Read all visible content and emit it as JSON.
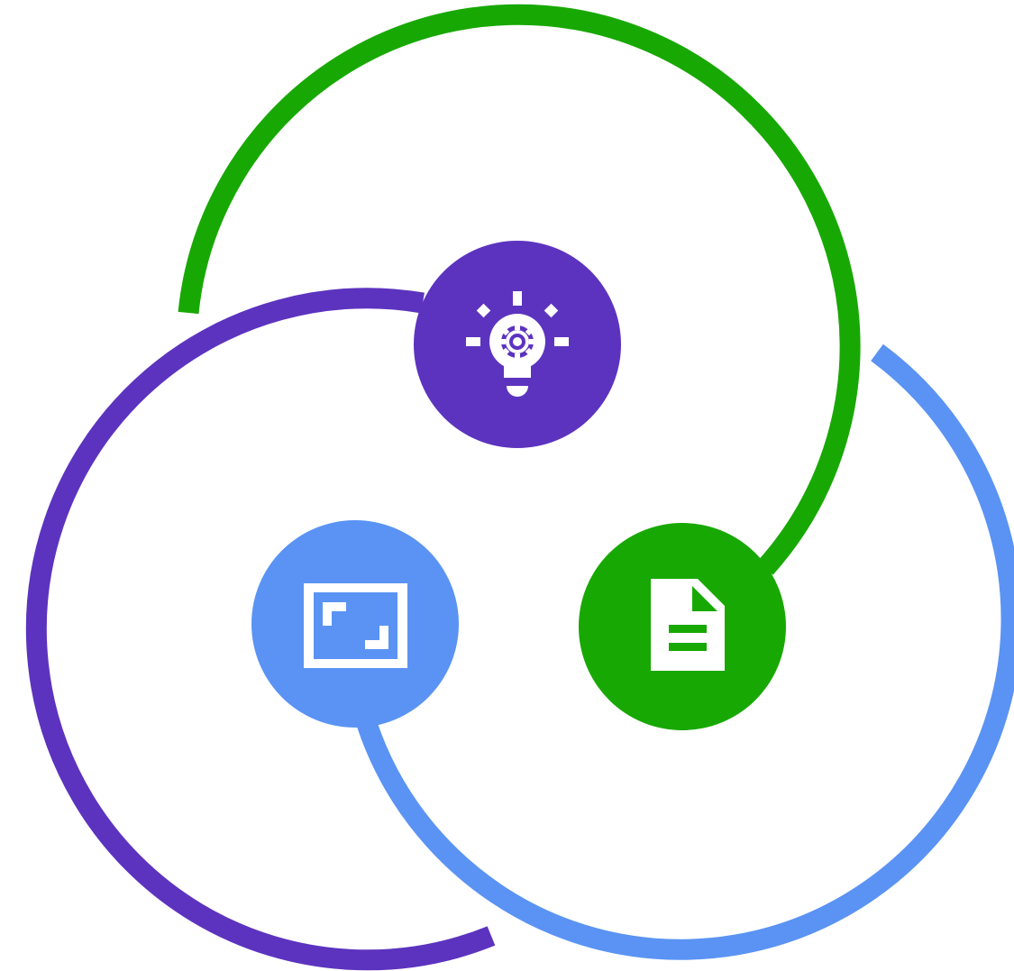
{
  "colors": {
    "background": "#ffffff",
    "purple": "#5c33bf",
    "green": "#18a803",
    "blue": "#5a93f3",
    "icon": "#ffffff"
  },
  "nodes": [
    {
      "id": "idea",
      "icon": "lightbulb-gear-icon",
      "color": "purple"
    },
    {
      "id": "expand",
      "icon": "expand-screen-icon",
      "color": "blue"
    },
    {
      "id": "document",
      "icon": "document-icon",
      "color": "green"
    }
  ]
}
